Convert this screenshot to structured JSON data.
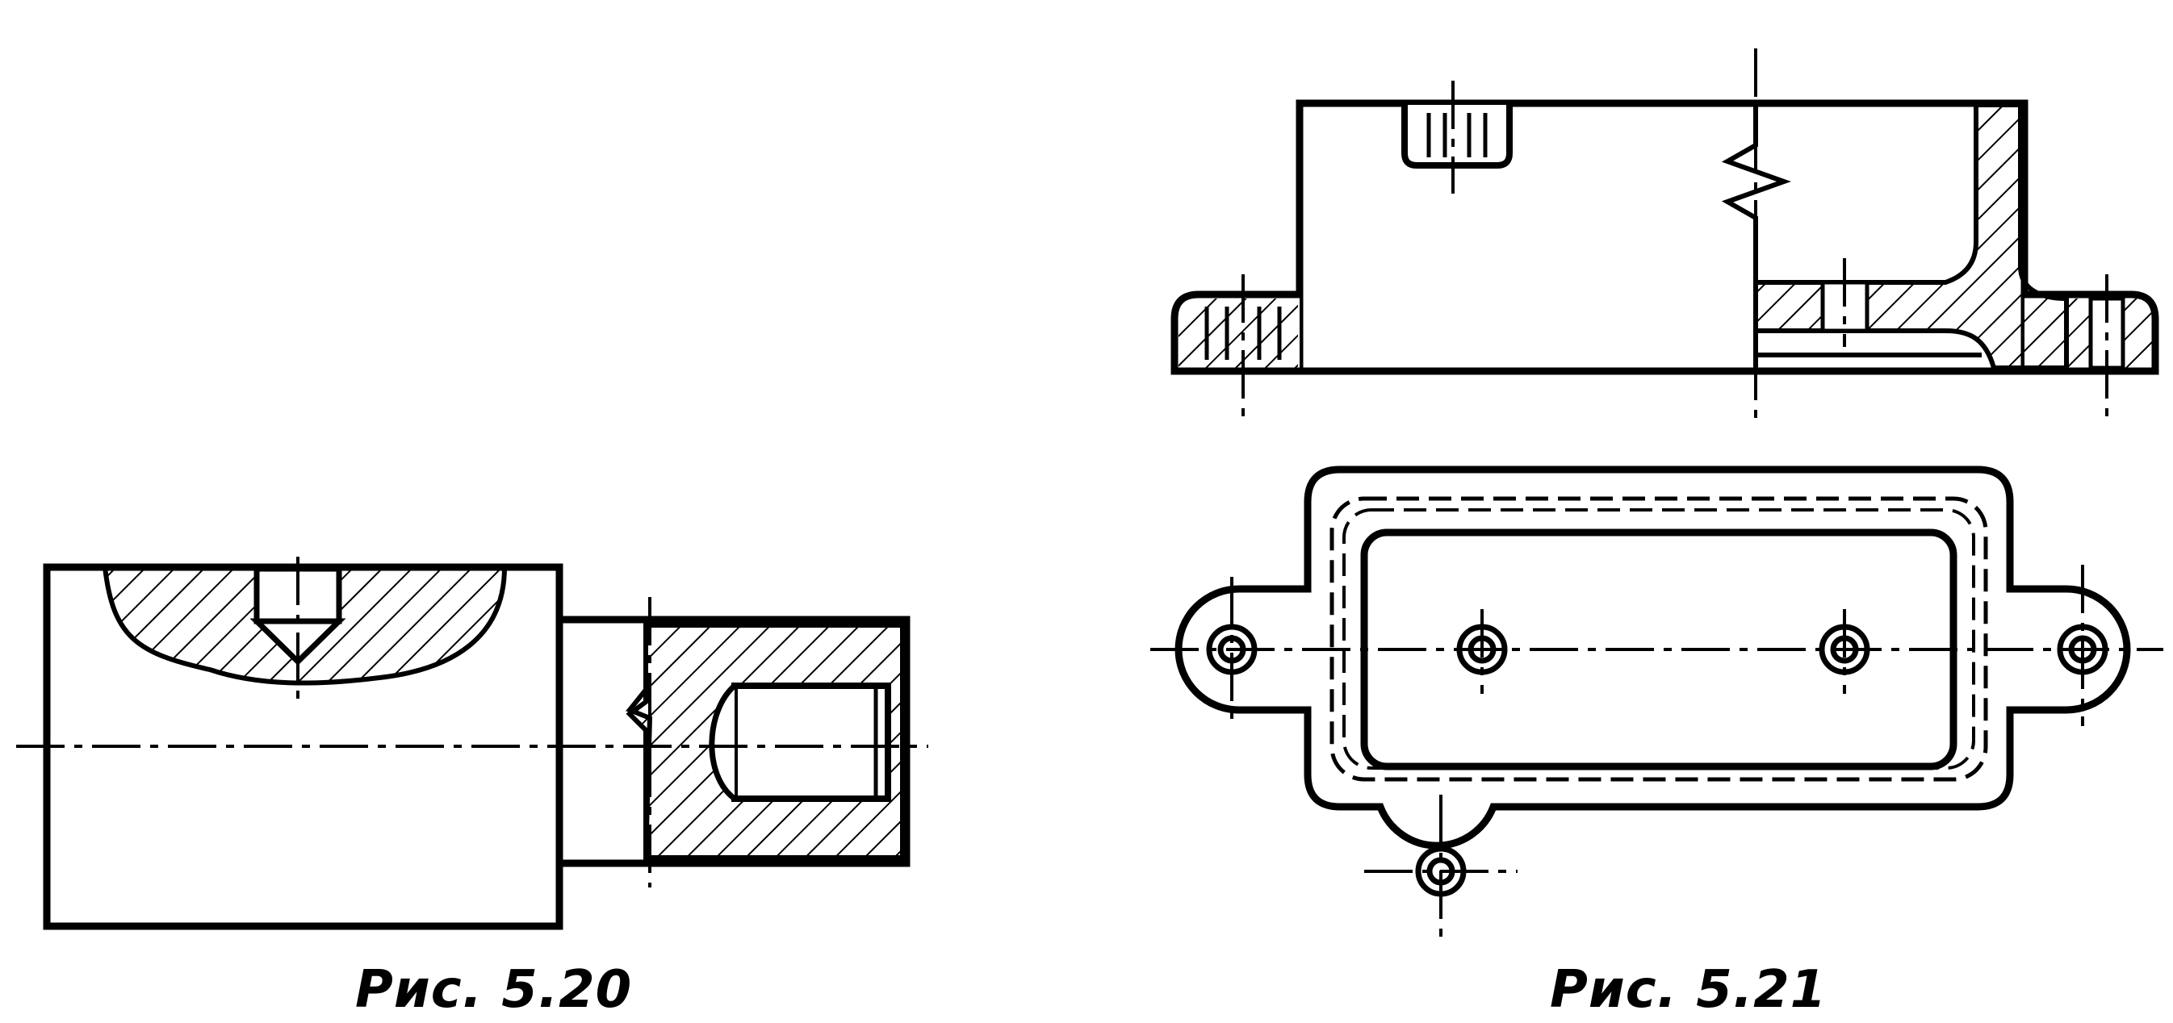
{
  "figures": [
    {
      "id": "fig-5-20",
      "caption": "Рис. 5.20"
    },
    {
      "id": "fig-5-21",
      "caption": "Рис. 5.21"
    }
  ],
  "colors": {
    "line": "#000000",
    "background": "#ffffff"
  }
}
